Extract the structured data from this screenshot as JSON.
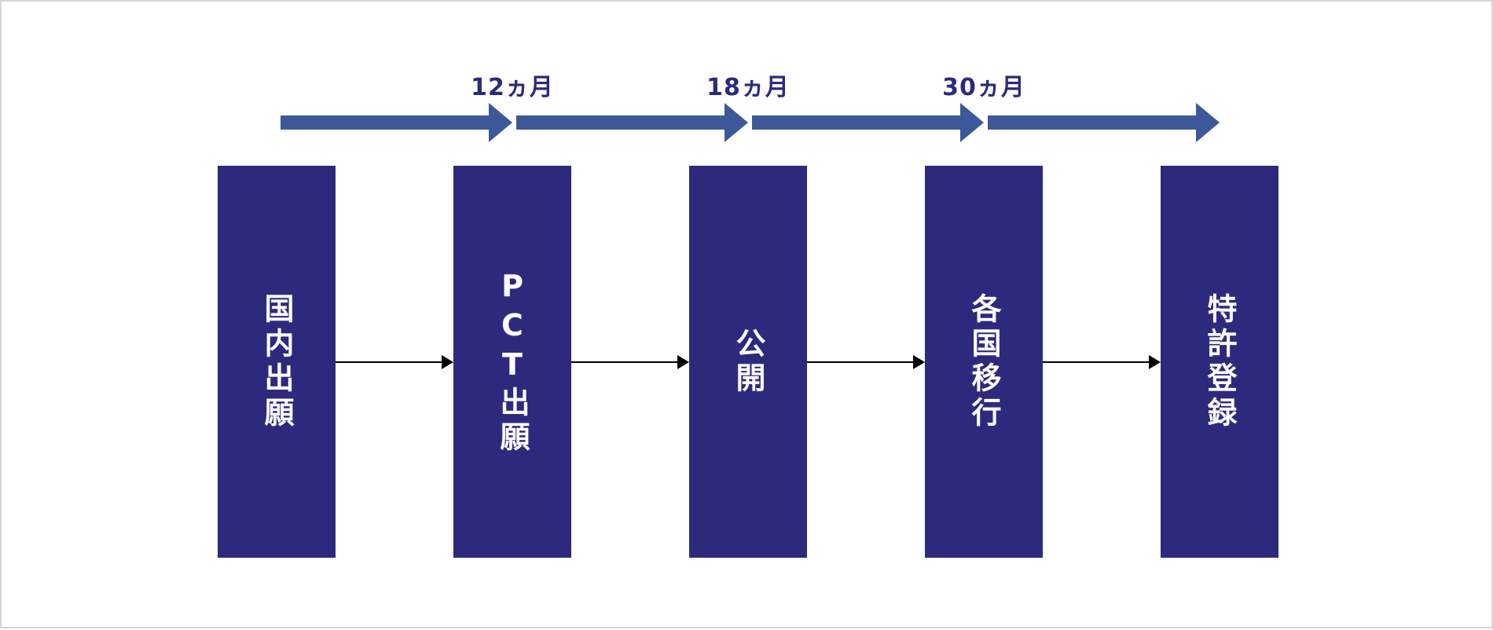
{
  "colors": {
    "box_fill": "#2d2a7e",
    "timeline_arrow": "#3d5899",
    "period_text": "#2c2a7c",
    "connector": "#000000",
    "label_text": "#ffffff"
  },
  "periods": [
    {
      "label": "12ヵ月"
    },
    {
      "label": "18ヵ月"
    },
    {
      "label": "30ヵ月"
    }
  ],
  "stages": [
    {
      "label": "国内出願"
    },
    {
      "label": "PCT出願"
    },
    {
      "label": "公開"
    },
    {
      "label": "各国移行"
    },
    {
      "label": "特許登録"
    }
  ]
}
